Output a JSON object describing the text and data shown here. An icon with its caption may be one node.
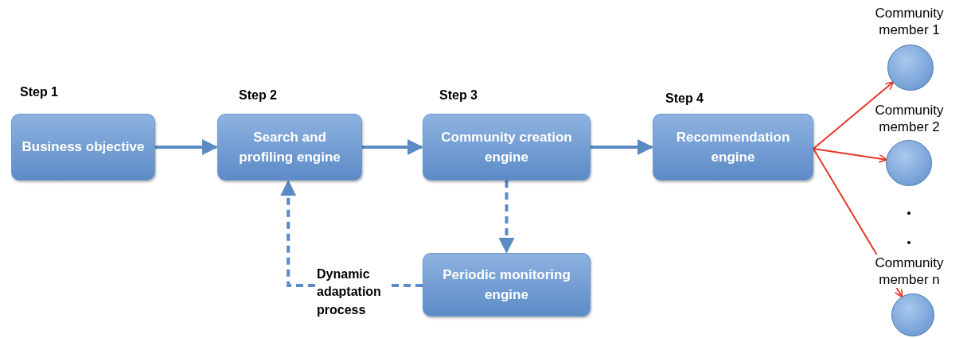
{
  "diagram": {
    "nodes": [
      {
        "text": [
          "Business objective"
        ],
        "beside": [
          "Step 1"
        ]
      },
      {
        "text": [
          "Search and profiling engine"
        ],
        "beside": [
          "Step 2"
        ]
      },
      {
        "text": [
          "Community creation engine"
        ],
        "beside": [
          "Step 3"
        ]
      },
      {
        "text": [
          "Recommendation engine"
        ],
        "beside": [
          "Step 4"
        ]
      },
      {
        "text": [
          "Periodic monitoring engine"
        ]
      },
      {
        "text": [
          "Community member 1"
        ]
      },
      {
        "text": [
          "Community member 2"
        ]
      },
      {
        "text": [
          "Community member n"
        ]
      }
    ],
    "edges": [
      {
        "from": 0,
        "to": 1,
        "arrow": "to"
      },
      {
        "from": 1,
        "to": 2,
        "arrow": "to"
      },
      {
        "from": 2,
        "to": 3,
        "arrow": "to"
      },
      {
        "from": 3,
        "to": 5,
        "arrow": "to",
        "color": "#e8362b"
      },
      {
        "from": 3,
        "to": 6,
        "arrow": "to",
        "color": "#e8362b"
      },
      {
        "from": 3,
        "to": 7,
        "arrow": "to",
        "color": "#e8362b"
      },
      {
        "from": 2,
        "to": 4,
        "arrow": "to",
        "style": "dashed"
      },
      {
        "from": 4,
        "to": 1,
        "arrow": "to",
        "style": "dashed",
        "label": "Dynamic adaptation process"
      }
    ]
  }
}
